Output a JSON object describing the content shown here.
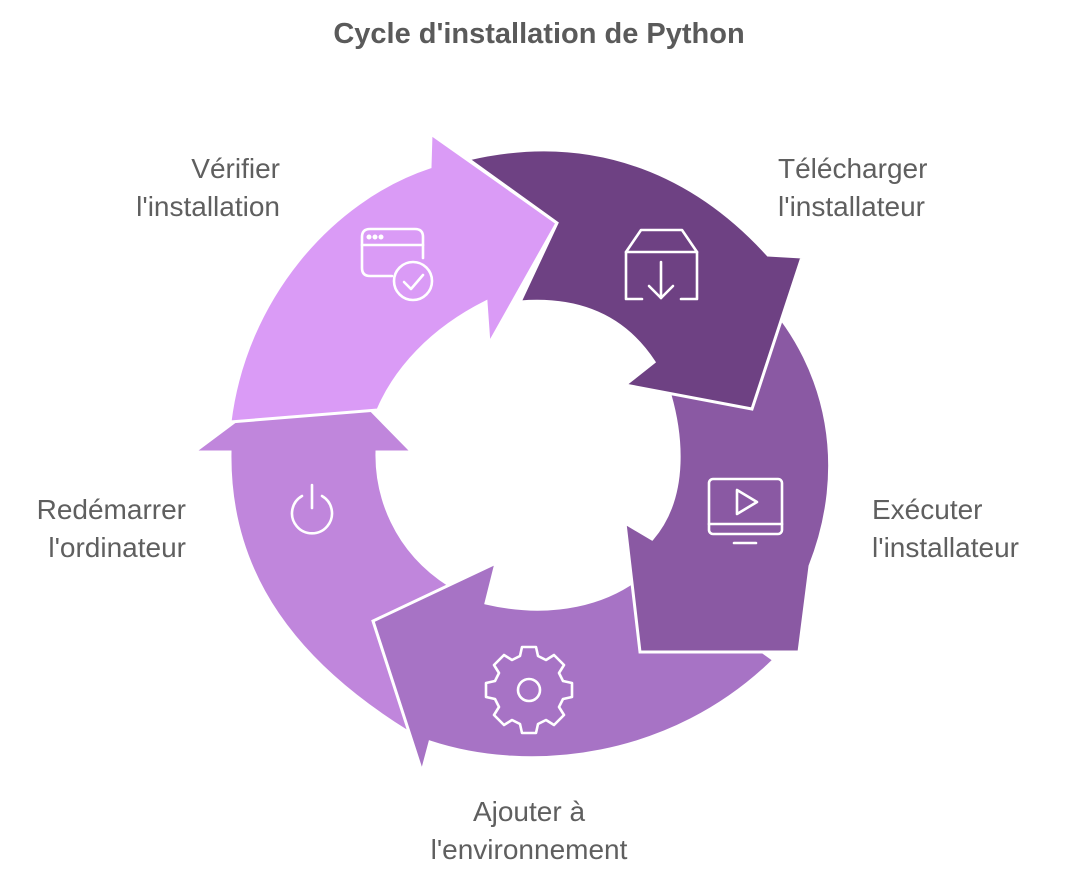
{
  "title": "Cycle d'installation de Python",
  "steps": [
    {
      "line1": "Télécharger",
      "line2": "l'installateur",
      "color": "#6e4183",
      "icon": "download-box-icon"
    },
    {
      "line1": "Exécuter",
      "line2": "l'installateur",
      "color": "#8a59a3",
      "icon": "monitor-play-icon"
    },
    {
      "line1": "Ajouter à",
      "line2": "l'environnement",
      "color": "#a773c5",
      "icon": "gear-icon"
    },
    {
      "line1": "Redémarrer",
      "line2": "l'ordinateur",
      "color": "#c086dc",
      "icon": "power-icon"
    },
    {
      "line1": "Vérifier",
      "line2": "l'installation",
      "color": "#da9bf6",
      "icon": "browser-check-icon"
    }
  ]
}
